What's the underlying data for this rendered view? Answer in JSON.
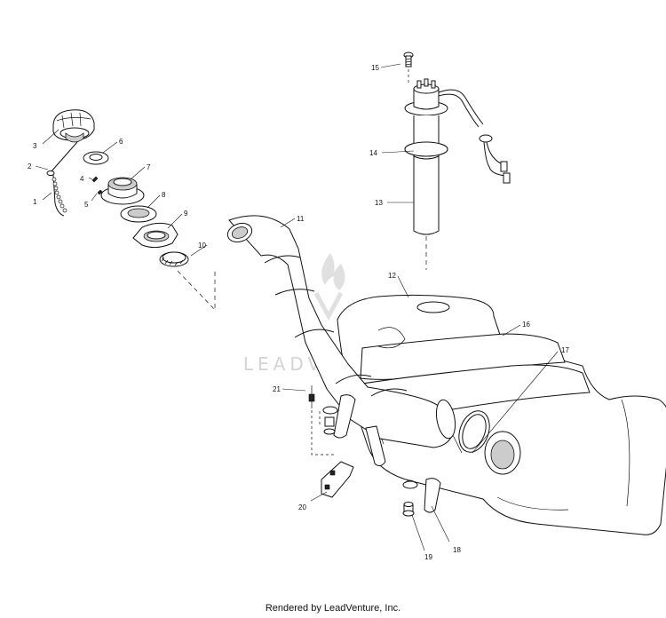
{
  "watermark": "LEADVENTURE",
  "footer": "Rendered by LeadVenture, Inc.",
  "callouts": [
    {
      "id": "1",
      "label": "1"
    },
    {
      "id": "2",
      "label": "2"
    },
    {
      "id": "3",
      "label": "3"
    },
    {
      "id": "4",
      "label": "4"
    },
    {
      "id": "5",
      "label": "5"
    },
    {
      "id": "6",
      "label": "6"
    },
    {
      "id": "7",
      "label": "7"
    },
    {
      "id": "8",
      "label": "8"
    },
    {
      "id": "9",
      "label": "9"
    },
    {
      "id": "10",
      "label": "10"
    },
    {
      "id": "11",
      "label": "11"
    },
    {
      "id": "12",
      "label": "12"
    },
    {
      "id": "13",
      "label": "13"
    },
    {
      "id": "14",
      "label": "14"
    },
    {
      "id": "15",
      "label": "15"
    },
    {
      "id": "16",
      "label": "16"
    },
    {
      "id": "17",
      "label": "17"
    },
    {
      "id": "18",
      "label": "18"
    },
    {
      "id": "19",
      "label": "19"
    },
    {
      "id": "20",
      "label": "20"
    },
    {
      "id": "21",
      "label": "21"
    }
  ]
}
